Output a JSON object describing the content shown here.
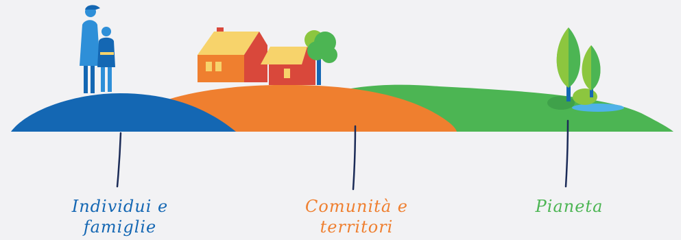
{
  "colors": {
    "background": "#f2f2f4",
    "blue": "#1467b3",
    "light_blue": "#2e8fd8",
    "orange": "#ef7f2f",
    "green": "#4cb553",
    "light_green": "#8cc63f",
    "red": "#d9483b",
    "yellow": "#f7d36b",
    "connector": "#1b2b57"
  },
  "icons": {
    "people": "mother-and-child-icon",
    "houses": "houses-icon",
    "tree": "tree-icon",
    "plants": "leafy-plants-icon",
    "pond": "pond-icon"
  },
  "labels": {
    "individui": {
      "line1": "Individui e",
      "line2": "famiglie",
      "color": "#1467b3"
    },
    "comunita": {
      "line1": "Comunità e",
      "line2": "territori",
      "color": "#ef7f2f"
    },
    "pianeta": {
      "line1": "Pianeta",
      "color": "#4cb553"
    }
  }
}
